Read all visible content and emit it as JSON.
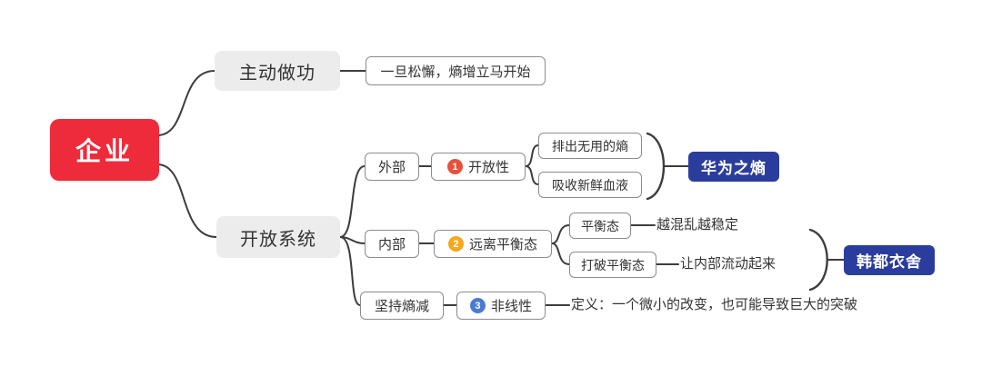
{
  "root": {
    "label": "企业"
  },
  "branch_active": {
    "label": "主动做功",
    "note": "一旦松懈，熵增立马开始"
  },
  "branch_open": {
    "label": "开放系统"
  },
  "external": {
    "label": "外部",
    "badge": "1",
    "topic": "开放性",
    "items": [
      "排出无用的熵",
      "吸收新鲜血液"
    ],
    "highlight": "华为之熵"
  },
  "internal": {
    "label": "内部",
    "badge": "2",
    "topic": "远离平衡态",
    "balanced": {
      "label": "平衡态",
      "note": "越混乱越稳定"
    },
    "break_state": {
      "label": "打破平衡态",
      "note": "让内部流动起来"
    },
    "highlight": "韩都衣舍"
  },
  "reduce": {
    "label": "坚持熵减",
    "badge": "3",
    "topic": "非线性",
    "note": "定义：一个微小的改变，也可能导致巨大的突破"
  },
  "colors": {
    "root_bg": "#ee2b3a",
    "level1_bg": "#ececec",
    "highlight_bg": "#2b3d9c",
    "badge_1": "#e8503a",
    "badge_2": "#f5a81c",
    "badge_3": "#4a7bd4",
    "line": "#3d3d3d",
    "box_border": "#8c8c8c"
  }
}
